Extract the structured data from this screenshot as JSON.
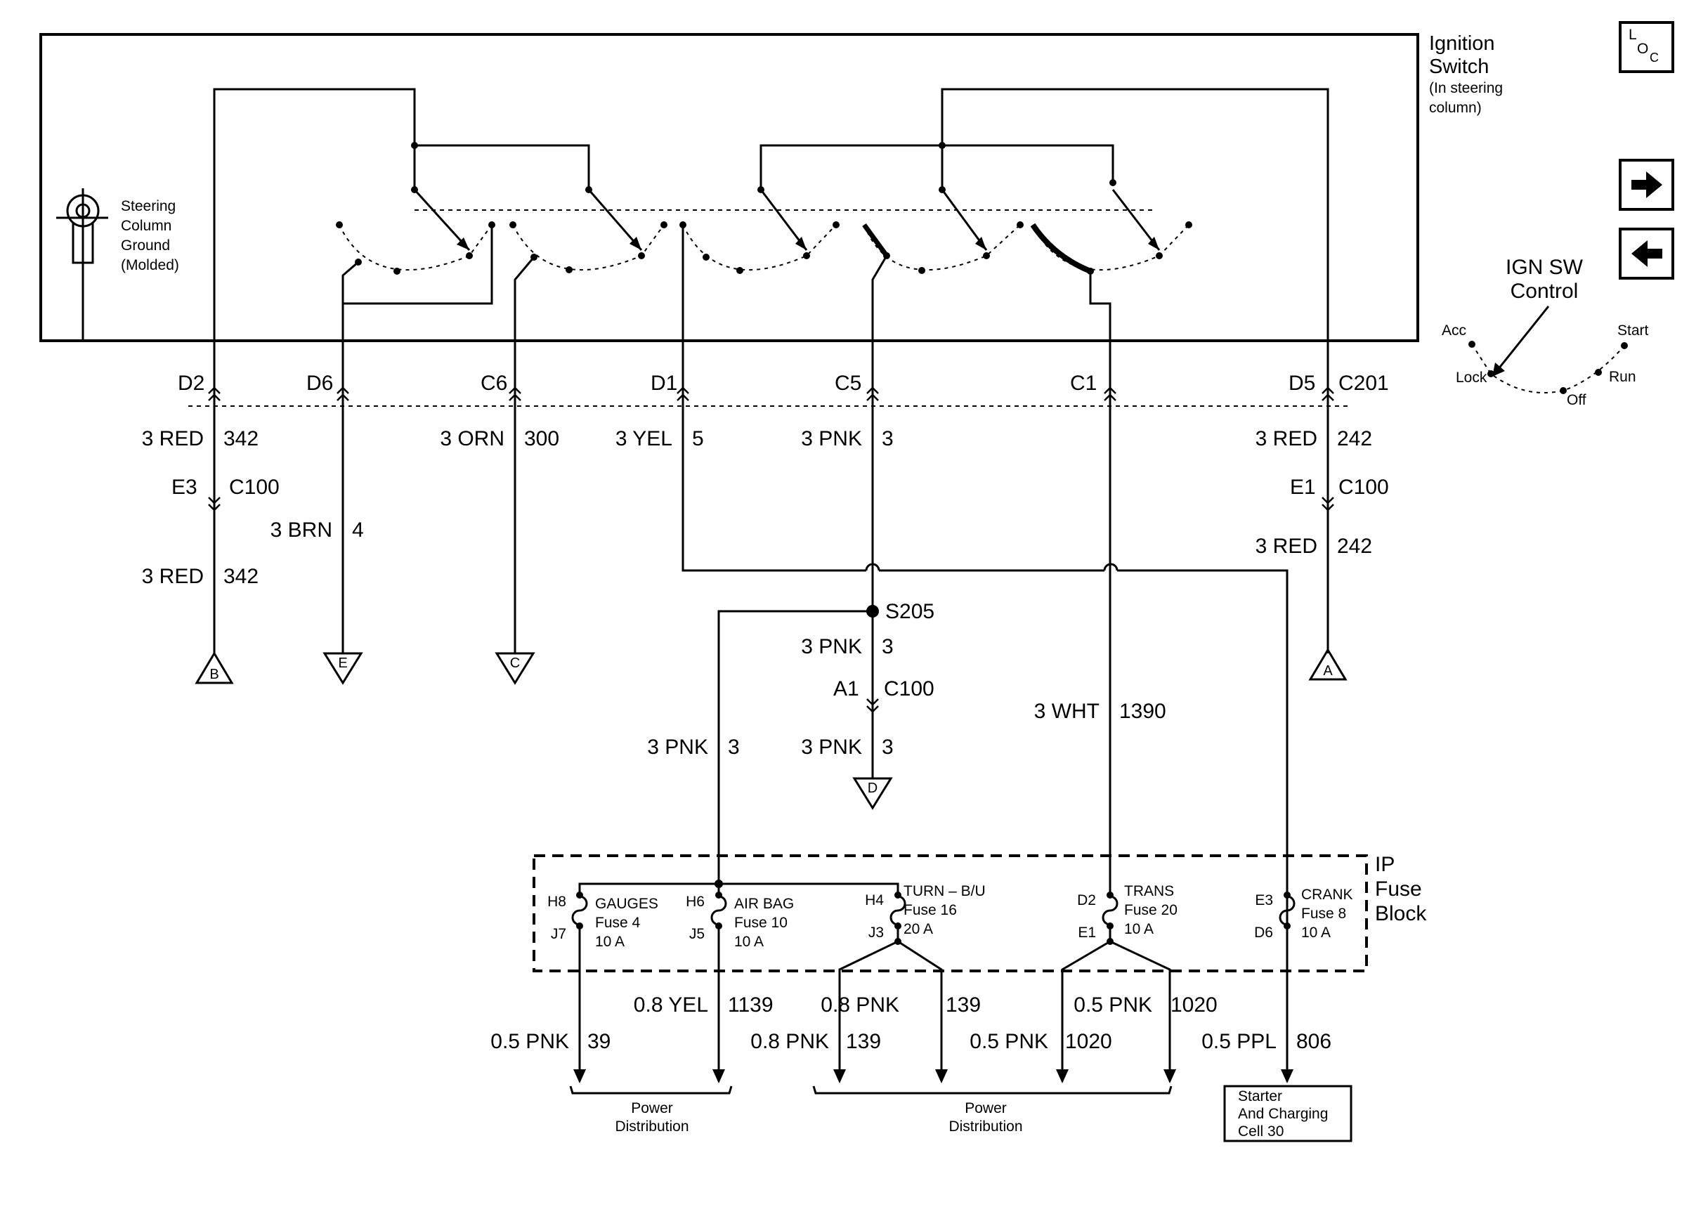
{
  "ignition_switch": {
    "title1": "Ignition",
    "title2": "Switch",
    "sub1": "(In steering",
    "sub2": "column)"
  },
  "steering_ground": {
    "line1": "Steering",
    "line2": "Column",
    "line3": "Ground",
    "line4": "(Molded)"
  },
  "loc_icon": {
    "l": "L",
    "o": "O",
    "c": "C"
  },
  "ign_sw_control": {
    "title1": "IGN SW",
    "title2": "Control",
    "positions": [
      "Acc",
      "Lock",
      "Off",
      "Run",
      "Start"
    ]
  },
  "connectors": {
    "d2": "D2",
    "d6": "D6",
    "c6": "C6",
    "d1": "D1",
    "c5": "C5",
    "c1": "C1",
    "d5": "D5",
    "c201": "C201",
    "e3": "E3",
    "e1": "E1",
    "c100a": "C100",
    "c100b": "C100",
    "a1": "A1",
    "c100c": "C100",
    "s205": "S205"
  },
  "wires": {
    "w342a": [
      "3 RED",
      "342"
    ],
    "w342b": [
      "3 RED",
      "342"
    ],
    "w4": [
      "3 BRN",
      "4"
    ],
    "w300": [
      "3 ORN",
      "300"
    ],
    "w5": [
      "3 YEL",
      "5"
    ],
    "w3a": [
      "3 PNK",
      "3"
    ],
    "w3b": [
      "3 PNK",
      "3"
    ],
    "w3c": [
      "3 PNK",
      "3"
    ],
    "w3d": [
      "3 PNK",
      "3"
    ],
    "w242a": [
      "3 RED",
      "242"
    ],
    "w242b": [
      "3 RED",
      "242"
    ],
    "w1390": [
      "3 WHT",
      "1390"
    ],
    "w1139": [
      "0.8 YEL",
      "1139"
    ],
    "w39": [
      "0.5 PNK",
      "39"
    ],
    "w139a": [
      "0.8 PNK",
      "139"
    ],
    "w139b": [
      "0.8 PNK",
      "139"
    ],
    "w1020a": [
      "0.5 PNK",
      "1020"
    ],
    "w1020b": [
      "0.5 PNK",
      "1020"
    ],
    "w806": [
      "0.5 PPL",
      "806"
    ]
  },
  "references": {
    "b": "B",
    "e": "E",
    "c": "C",
    "a": "A",
    "d": "D"
  },
  "fuse_block": {
    "title1": "IP",
    "title2": "Fuse",
    "title3": "Block",
    "fuses": [
      {
        "top_pin": "H8",
        "bottom_pin": "J7",
        "name": "GAUGES",
        "fuse": "Fuse 4",
        "amps": "10 A"
      },
      {
        "top_pin": "H6",
        "bottom_pin": "J5",
        "name": "AIR BAG",
        "fuse": "Fuse 10",
        "amps": "10 A"
      },
      {
        "top_pin": "H4",
        "bottom_pin": "J3",
        "name": "TURN – B/U",
        "fuse": "Fuse 16",
        "amps": "20 A"
      },
      {
        "top_pin": "D2",
        "bottom_pin": "E1",
        "name": "TRANS",
        "fuse": "Fuse 20",
        "amps": "10 A"
      },
      {
        "top_pin": "E3",
        "bottom_pin": "D6",
        "name": "CRANK",
        "fuse": "Fuse 8",
        "amps": "10 A"
      }
    ]
  },
  "destinations": {
    "power_dist1": [
      "Power",
      "Distribution"
    ],
    "power_dist2": [
      "Power",
      "Distribution"
    ],
    "starter": [
      "Starter",
      "And Charging",
      "Cell 30"
    ]
  }
}
